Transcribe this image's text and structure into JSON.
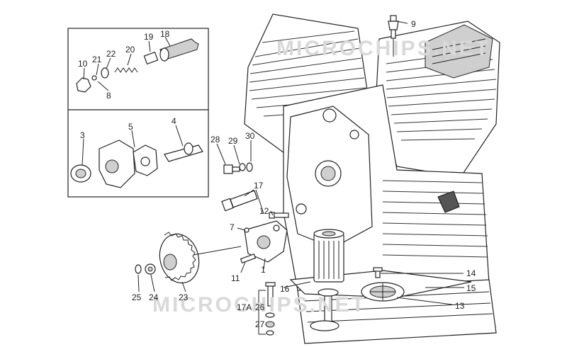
{
  "watermarks": [
    "MICROCHIPS.NET",
    "MICROCHIPS.NET"
  ],
  "labels": {
    "l1": "1",
    "l3": "3",
    "l4": "4",
    "l5": "5",
    "l7": "7",
    "l8": "8",
    "l9": "9",
    "l10": "10",
    "l11": "11",
    "l12": "12",
    "l13": "13",
    "l14": "14",
    "l15": "15",
    "l16": "16",
    "l17": "17",
    "l17a": "17A",
    "l18": "18",
    "l19": "19",
    "l20": "20",
    "l21": "21",
    "l22": "22",
    "l23": "23",
    "l24": "24",
    "l25": "25",
    "l26": "26",
    "l27": "27",
    "l28": "28",
    "l29": "29",
    "l30": "30"
  }
}
